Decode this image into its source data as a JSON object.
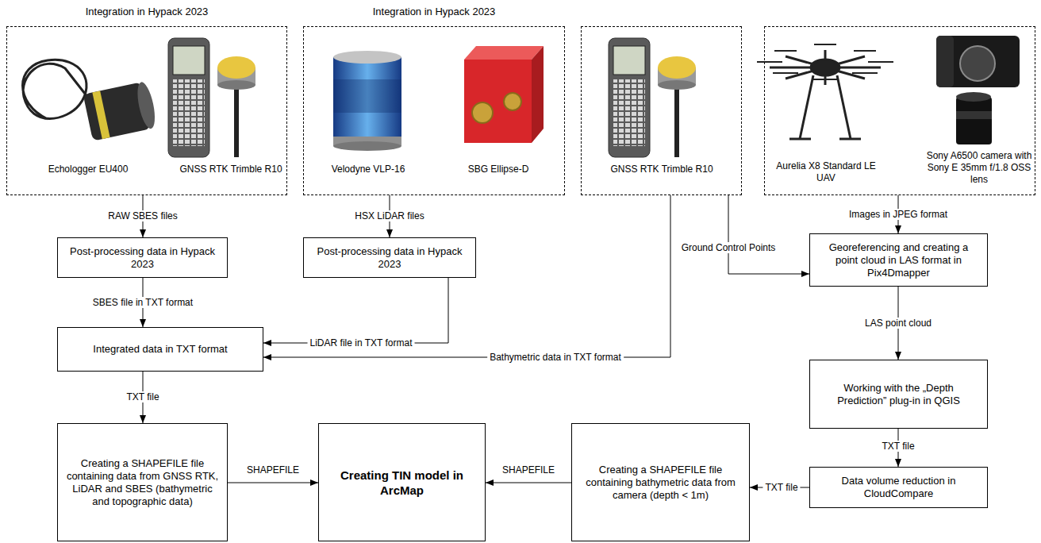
{
  "diagram": {
    "nodes": [
      {
        "text": [
          "Integration in Hypack 2023",
          "Echologger EU400",
          "GNSS RTK Trimble R10"
        ]
      },
      {
        "text": [
          "Integration in Hypack 2023",
          "Velodyne VLP-16",
          "SBG Ellipse-D"
        ]
      },
      {
        "text": [
          "GNSS RTK Trimble R10"
        ]
      },
      {
        "text": [
          "Aurelia X8 Standard LE UAV",
          "Sony A6500 camera with Sony E 35mm f/1.8 OSS lens"
        ]
      },
      {
        "text": [
          "Post-processing data in Hypack 2023"
        ]
      },
      {
        "text": [
          "Post-processing data in Hypack 2023"
        ]
      },
      {
        "text": [
          "Georeferencing and creating a point cloud in LAS format in Pix4Dmapper"
        ]
      },
      {
        "text": [
          "Integrated data in TXT format"
        ]
      },
      {
        "text": [
          "Working with the „Depth Prediction” plug-in in QGIS"
        ]
      },
      {
        "text": [
          "Creating a SHAPEFILE file containing data from GNSS RTK, LiDAR and SBES (bathymetric and topographic data)"
        ]
      },
      {
        "text": [
          "Creating TIN model in ArcMap"
        ]
      },
      {
        "text": [
          "Creating a SHAPEFILE file containing bathymetric data from camera (depth < 1m)"
        ]
      },
      {
        "text": [
          "Data volume reduction in CloudCompare"
        ]
      }
    ],
    "edges": [
      {
        "from": 0,
        "to": 4,
        "label": "RAW SBES files",
        "arrow": "to"
      },
      {
        "from": 1,
        "to": 5,
        "label": "HSX LiDAR files",
        "arrow": "to"
      },
      {
        "from": 4,
        "to": 7,
        "label": "SBES file in TXT format",
        "arrow": "to"
      },
      {
        "from": 5,
        "to": 7,
        "label": "LiDAR file in TXT format",
        "arrow": "to"
      },
      {
        "from": 2,
        "to": 7,
        "label": "Bathymetric data in TXT format",
        "arrow": "to"
      },
      {
        "from": 2,
        "to": 6,
        "label": "Ground Control Points",
        "arrow": "to"
      },
      {
        "from": 3,
        "to": 6,
        "label": "Images in JPEG format",
        "arrow": "to"
      },
      {
        "from": 6,
        "to": 8,
        "label": "LAS point cloud",
        "arrow": "to"
      },
      {
        "from": 8,
        "to": 12,
        "label": "TXT file",
        "arrow": "to"
      },
      {
        "from": 12,
        "to": 11,
        "label": "TXT file",
        "arrow": "to"
      },
      {
        "from": 7,
        "to": 9,
        "label": "TXT file",
        "arrow": "to"
      },
      {
        "from": 9,
        "to": 10,
        "label": "SHAPEFILE",
        "arrow": "to"
      },
      {
        "from": 11,
        "to": 10,
        "label": "SHAPEFILE",
        "arrow": "to"
      }
    ]
  }
}
